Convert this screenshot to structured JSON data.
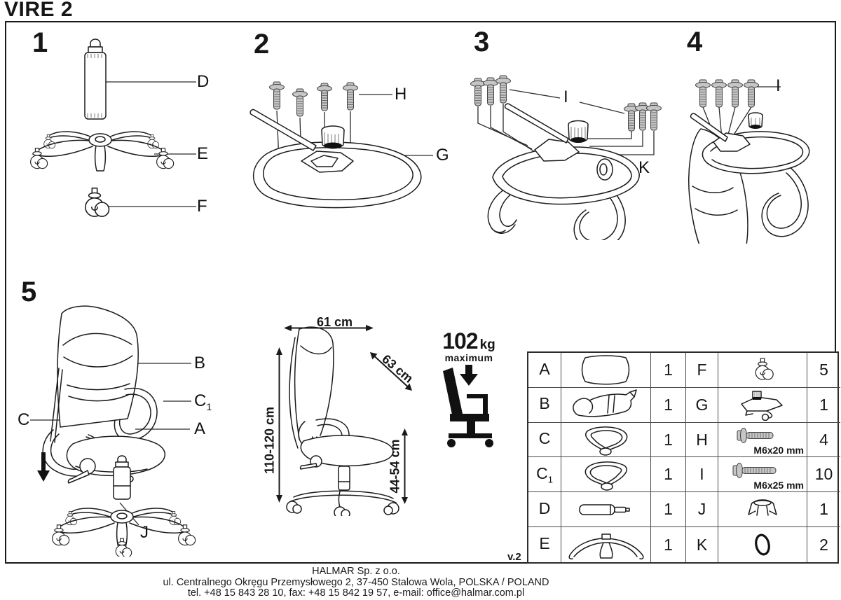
{
  "title": "VIRE 2",
  "version_label": "v.2",
  "steps": {
    "s1": {
      "num": "1",
      "d": "D",
      "e": "E",
      "f": "F"
    },
    "s2": {
      "num": "2",
      "h": "H",
      "g": "G"
    },
    "s3": {
      "num": "3",
      "i": "I",
      "k": "K"
    },
    "s4": {
      "num": "4",
      "i": "I"
    },
    "s5": {
      "num": "5",
      "b": "B",
      "c1": "C",
      "c1_sub": "1",
      "c": "C",
      "a": "A",
      "j": "J"
    }
  },
  "dimensions": {
    "width": "61 cm",
    "depth": "63 cm",
    "height": "110-120 cm",
    "seat_height": "44-54 cm",
    "max_load_value": "102",
    "max_load_unit": "kg",
    "max_load_caption": "maximum"
  },
  "parts_table": {
    "rows": [
      {
        "l_label": "A",
        "l_sub": "",
        "l_qty": "1",
        "r_label": "F",
        "r_qty": "5",
        "r_note": ""
      },
      {
        "l_label": "B",
        "l_sub": "",
        "l_qty": "1",
        "r_label": "G",
        "r_qty": "1",
        "r_note": ""
      },
      {
        "l_label": "C",
        "l_sub": "",
        "l_qty": "1",
        "r_label": "H",
        "r_qty": "4",
        "r_note": "M6x20 mm"
      },
      {
        "l_label": "C",
        "l_sub": "1",
        "l_qty": "1",
        "r_label": "I",
        "r_qty": "10",
        "r_note": "M6x25 mm"
      },
      {
        "l_label": "D",
        "l_sub": "",
        "l_qty": "1",
        "r_label": "J",
        "r_qty": "1",
        "r_note": ""
      },
      {
        "l_label": "E",
        "l_sub": "",
        "l_qty": "1",
        "r_label": "K",
        "r_qty": "2",
        "r_note": ""
      }
    ]
  },
  "footer": {
    "company": "HALMAR Sp. z o.o.",
    "address": "ul. Centralnego Okręgu Przemysłowego 2, 37-450 Stalowa Wola, POLSKA / POLAND",
    "contact": "tel. +48 15 843 28 10, fax: +48 15 842 19 57, e-mail: office@halmar.com.pl"
  }
}
